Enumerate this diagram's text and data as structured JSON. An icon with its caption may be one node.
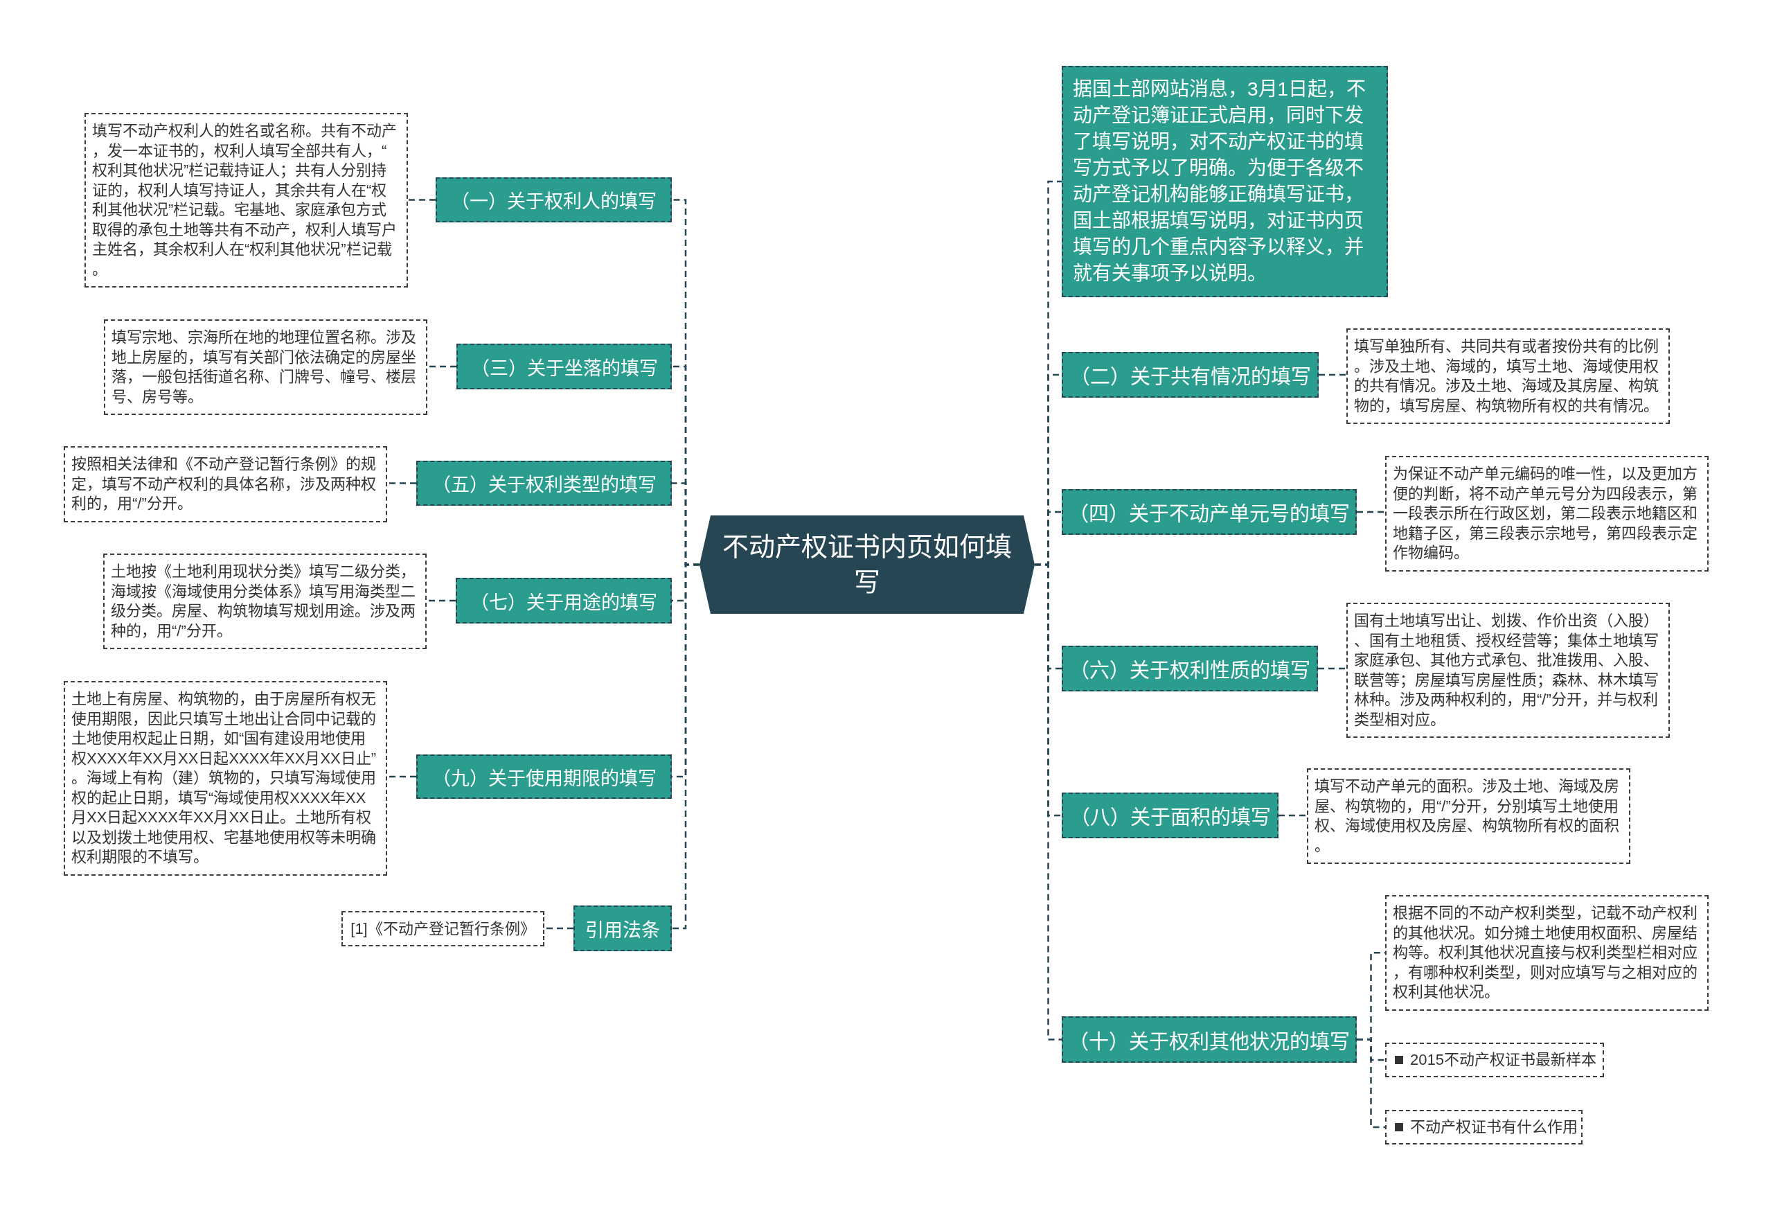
{
  "diagram": {
    "nodes": [
      {
        "text": [
          "不动产权证书内页如何填写"
        ]
      },
      {
        "text": [
          "据国土部网站消息，3月1日起，不动产登记簿证正式启用，同时下发了填写说明，对不动产权证书的填写方式予以了明确。为便于各级不动产登记机构能够正确填写证书，国土部根据填写说明，对证书内页填写的几个重点内容予以释义，并就有关事项予以说明。"
        ]
      },
      {
        "text": [
          "（一）关于权利人的填写"
        ]
      },
      {
        "text": [
          "填写不动产权利人的姓名或名称。共有不动产，发一本证书的，权利人填写全部共有人，“权利其他状况”栏记载持证人；共有人分别持证的，权利人填写持证人，其余共有人在“权利其他状况”栏记载。宅基地、家庭承包方式取得的承包土地等共有不动产，权利人填写户主姓名，其余权利人在“权利其他状况”栏记载。"
        ]
      },
      {
        "text": [
          "（二）关于共有情况的填写"
        ]
      },
      {
        "text": [
          "填写单独所有、共同共有或者按份共有的比例。涉及土地、海域的，填写土地、海域使用权的共有情况。涉及土地、海域及其房屋、构筑物的，填写房屋、构筑物所有权的共有情况。"
        ]
      },
      {
        "text": [
          "（三）关于坐落的填写"
        ]
      },
      {
        "text": [
          "填写宗地、宗海所在地的地理位置名称。涉及地上房屋的，填写有关部门依法确定的房屋坐落，一般包括街道名称、门牌号、幢号、楼层号、房号等。"
        ]
      },
      {
        "text": [
          "（四）关于不动产单元号的填写"
        ]
      },
      {
        "text": [
          "为保证不动产单元编码的唯一性，以及更加方便的判断，将不动产单元号分为四段表示，第一段表示所在行政区划，第二段表示地籍区和地籍子区，第三段表示宗地号，第四段表示定作物编码。"
        ]
      },
      {
        "text": [
          "（五）关于权利类型的填写"
        ]
      },
      {
        "text": [
          "按照相关法律和《不动产登记暂行条例》的规定，填写不动产权利的具体名称，涉及两种权利的，用“/”分开。"
        ]
      },
      {
        "text": [
          "（六）关于权利性质的填写"
        ]
      },
      {
        "text": [
          "国有土地填写出让、划拨、作价出资（入股）、国有土地租赁、授权经营等；集体土地填写家庭承包、其他方式承包、批准拨用、入股、联营等；房屋填写房屋性质；森林、林木填写林种。涉及两种权利的，用“/”分开，并与权利类型相对应。"
        ]
      },
      {
        "text": [
          "（七）关于用途的填写"
        ]
      },
      {
        "text": [
          "土地按《土地利用现状分类》填写二级分类，海域按《海域使用分类体系》填写用海类型二级分类。房屋、构筑物填写规划用途。涉及两种的，用“/”分开。"
        ]
      },
      {
        "text": [
          "（八）关于面积的填写"
        ]
      },
      {
        "text": [
          "填写不动产单元的面积。涉及土地、海域及房屋、构筑物的，用“/”分开，分别填写土地使用权、海域使用权及房屋、构筑物所有权的面积。"
        ]
      },
      {
        "text": [
          "（九）关于使用期限的填写"
        ]
      },
      {
        "text": [
          "土地上有房屋、构筑物的，由于房屋所有权无使用期限，因此只填写土地出让合同中记载的土地使用权起止日期，如“国有建设用地使用权XXXX年XX月XX日起XXXX年XX月XX日止”。海域上有构（建）筑物的，只填写海域使用权的起止日期，填写“海域使用权XXXX年XX月XX日起XXXX年XX月XX日止。土地所有权以及划拨土地使用权、宅基地使用权等未明确权利期限的不填写。"
        ]
      },
      {
        "text": [
          "（十）关于权利其他状况的填写"
        ]
      },
      {
        "text": [
          "根据不同的不动产权利类型，记载不动产权利的其他状况。如分摊土地使用权面积、房屋结构等。权利其他状况直接与权利类型栏相对应，有哪种权利类型，则对应填写与之相对应的权利其他状况。"
        ]
      },
      {
        "text": [
          "2015不动产权证书最新样本"
        ]
      },
      {
        "text": [
          "不动产权证书有什么作用"
        ]
      },
      {
        "text": [
          "引用法条"
        ]
      },
      {
        "text": [
          "[1]《不动产登记暂行条例》"
        ]
      }
    ],
    "edges": [
      {
        "from": 0,
        "to": 1,
        "arrow": "none"
      },
      {
        "from": 0,
        "to": 2,
        "arrow": "none"
      },
      {
        "from": 2,
        "to": 3,
        "arrow": "none"
      },
      {
        "from": 0,
        "to": 4,
        "arrow": "none"
      },
      {
        "from": 4,
        "to": 5,
        "arrow": "none"
      },
      {
        "from": 0,
        "to": 6,
        "arrow": "none"
      },
      {
        "from": 6,
        "to": 7,
        "arrow": "none"
      },
      {
        "from": 0,
        "to": 8,
        "arrow": "none"
      },
      {
        "from": 8,
        "to": 9,
        "arrow": "none"
      },
      {
        "from": 0,
        "to": 10,
        "arrow": "none"
      },
      {
        "from": 10,
        "to": 11,
        "arrow": "none"
      },
      {
        "from": 0,
        "to": 12,
        "arrow": "none"
      },
      {
        "from": 12,
        "to": 13,
        "arrow": "none"
      },
      {
        "from": 0,
        "to": 14,
        "arrow": "none"
      },
      {
        "from": 14,
        "to": 15,
        "arrow": "none"
      },
      {
        "from": 0,
        "to": 16,
        "arrow": "none"
      },
      {
        "from": 16,
        "to": 17,
        "arrow": "none"
      },
      {
        "from": 0,
        "to": 18,
        "arrow": "none"
      },
      {
        "from": 18,
        "to": 19,
        "arrow": "none"
      },
      {
        "from": 0,
        "to": 20,
        "arrow": "none"
      },
      {
        "from": 20,
        "to": 21,
        "arrow": "none"
      },
      {
        "from": 20,
        "to": 22,
        "arrow": "none"
      },
      {
        "from": 20,
        "to": 23,
        "arrow": "none"
      },
      {
        "from": 0,
        "to": 24,
        "arrow": "none"
      },
      {
        "from": 24,
        "to": 25,
        "arrow": "none"
      }
    ]
  }
}
